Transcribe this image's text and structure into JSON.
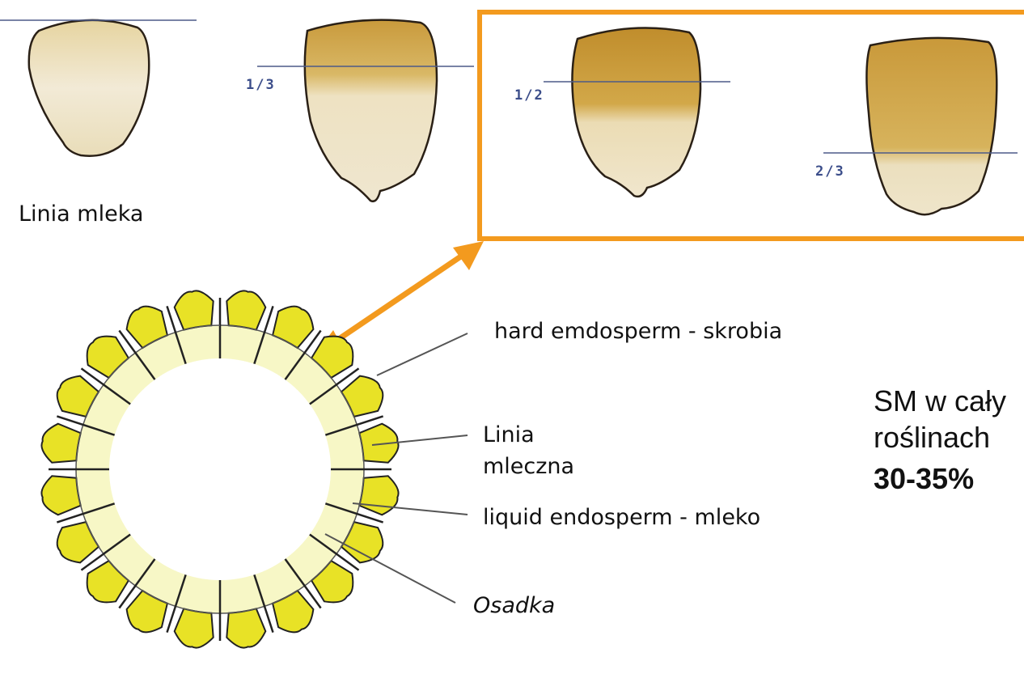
{
  "milk_line_label": "Linia mleka",
  "stages": [
    {
      "fraction": ""
    },
    {
      "fraction": "1/3"
    },
    {
      "fraction": "1/2"
    },
    {
      "fraction": "2/3"
    }
  ],
  "cross_section_labels": {
    "hard": "hard emdosperm - skrobia",
    "milk_line_1": "Linia",
    "milk_line_2": "mleczna",
    "liquid": "liquid endosperm - mleko",
    "cob": "Osadka"
  },
  "dm_note": {
    "line1": "SM w cały",
    "line2": "roślinach",
    "value": "30-35%"
  },
  "colors": {
    "highlight": "#f39a1e",
    "kernel_outer": "#e8e226",
    "kernel_inner": "#f7f7c6",
    "milk_line": "#3d4f8c",
    "grain_starch": "#c99a3c",
    "grain_milk": "#efe4c6"
  }
}
